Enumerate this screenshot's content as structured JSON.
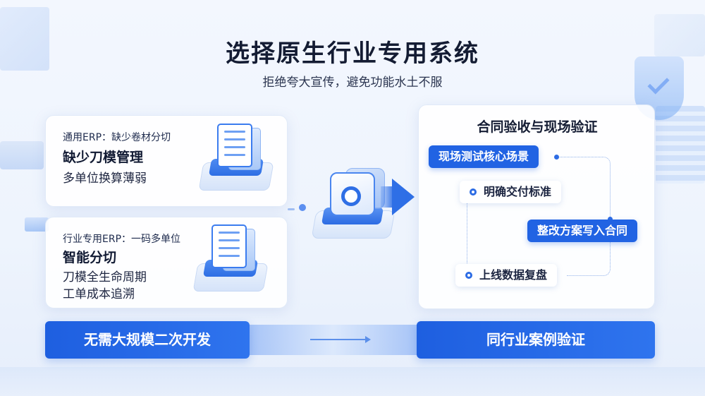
{
  "header": {
    "title": "选择原生行业专用系统",
    "subtitle": "拒绝夸大宣传，避免功能水土不服"
  },
  "card_generic": {
    "head": "通用ERP：缺少卷材分切",
    "strong": "缺少刀模管理",
    "line": "多单位换算薄弱"
  },
  "card_industry": {
    "head": "行业专用ERP：一码多单位",
    "strong": "智能分切",
    "line1": "刀模全生命周期",
    "line2": "工单成本追溯"
  },
  "panel": {
    "title": "合同验收与现场验证",
    "steps": [
      "现场测试核心场景",
      "明确交付标准",
      "整改方案写入合同",
      "上线数据复盘"
    ]
  },
  "bottom": {
    "left": "无需大规模二次开发",
    "right": "同行业案例验证"
  },
  "colors": {
    "accent": "#2163e3",
    "text_dark": "#141c33",
    "background": "#eef4fd"
  },
  "icons": [
    "document-icon",
    "gear-box-icon",
    "arrow-right-icon",
    "shield-check-icon"
  ]
}
